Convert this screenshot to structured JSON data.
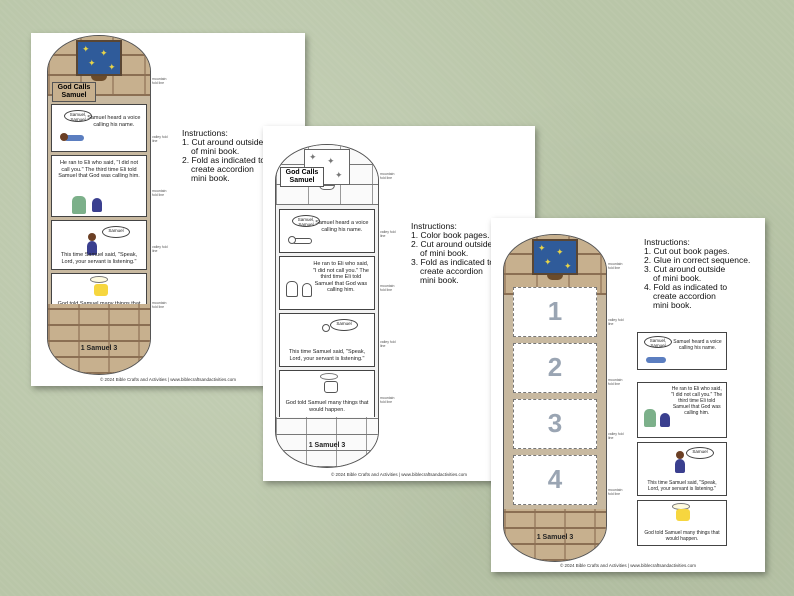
{
  "title": "God Calls Samuel",
  "reference": "1 Samuel 3",
  "footer": "© 2024 Bible Crafts and Activities | www.biblecraftsandactivities.com",
  "bubble": "Samuel, Samuel",
  "bubble_short": "Samuel",
  "side_labels": {
    "fold_mountain": "mountain fold line",
    "fold_valley": "valley fold line"
  },
  "panels": [
    "Samuel heard a voice calling his name.",
    "He ran to Eli who said, \"I did not call you.\" The third time Eli told Samuel that God was calling him.",
    "This time Samuel said, \"Speak, Lord, your servant is listening.\"",
    "God told Samuel many things that would happen."
  ],
  "instructions_color": {
    "heading": "Instructions:",
    "steps": [
      "1. Cut around outside",
      "of mini book.",
      "2. Fold as indicated to",
      "create accordion",
      "mini book."
    ]
  },
  "instructions_bw": {
    "heading": "Instructions:",
    "steps": [
      "1. Color book pages.",
      "2. Cut around outside",
      "of mini book.",
      "3. Fold as indicated to",
      "create accordion",
      "mini book."
    ]
  },
  "instructions_seq": {
    "heading": "Instructions:",
    "steps": [
      "1. Cut out book pages.",
      "2. Glue in correct sequence.",
      "3. Cut around outside",
      "of mini book.",
      "4. Fold as indicated to",
      "create accordion",
      "mini book."
    ]
  },
  "numbers": [
    "1",
    "2",
    "3",
    "4"
  ]
}
